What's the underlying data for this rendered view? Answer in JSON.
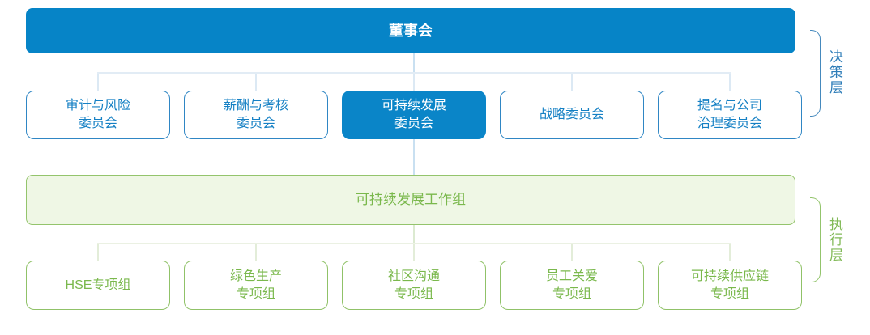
{
  "layers": {
    "decision": {
      "label": "决策层"
    },
    "execution": {
      "label": "执行层"
    }
  },
  "nodes": {
    "board": {
      "label": "董事会"
    },
    "committees": [
      {
        "lines": [
          "审计与风险",
          "委员会"
        ],
        "highlighted": false
      },
      {
        "lines": [
          "薪酬与考核",
          "委员会"
        ],
        "highlighted": false
      },
      {
        "lines": [
          "可持续发展",
          "委员会"
        ],
        "highlighted": true
      },
      {
        "lines": [
          "战略委员会"
        ],
        "highlighted": false
      },
      {
        "lines": [
          "提名与公司",
          "治理委员会"
        ],
        "highlighted": false
      }
    ],
    "workgroup": {
      "label": "可持续发展工作组"
    },
    "task_groups": [
      {
        "lines": [
          "HSE专项组"
        ]
      },
      {
        "lines": [
          "绿色生产",
          "专项组"
        ]
      },
      {
        "lines": [
          "社区沟通",
          "专项组"
        ]
      },
      {
        "lines": [
          "员工关爱",
          "专项组"
        ]
      },
      {
        "lines": [
          "可持续供应链",
          "专项组"
        ]
      }
    ]
  },
  "colors": {
    "primary_blue": "#0684c7",
    "blue_outline": "#2f86c4",
    "blue_text": "#1580c4",
    "green_outline": "#90c268",
    "green_text": "#7ab84c",
    "green_fill": "#eff7e5",
    "connector_blue": "#dce9f4",
    "connector_green": "#e3edd9",
    "bracket_blue": "#4589bd",
    "bracket_green": "#93c46c"
  }
}
